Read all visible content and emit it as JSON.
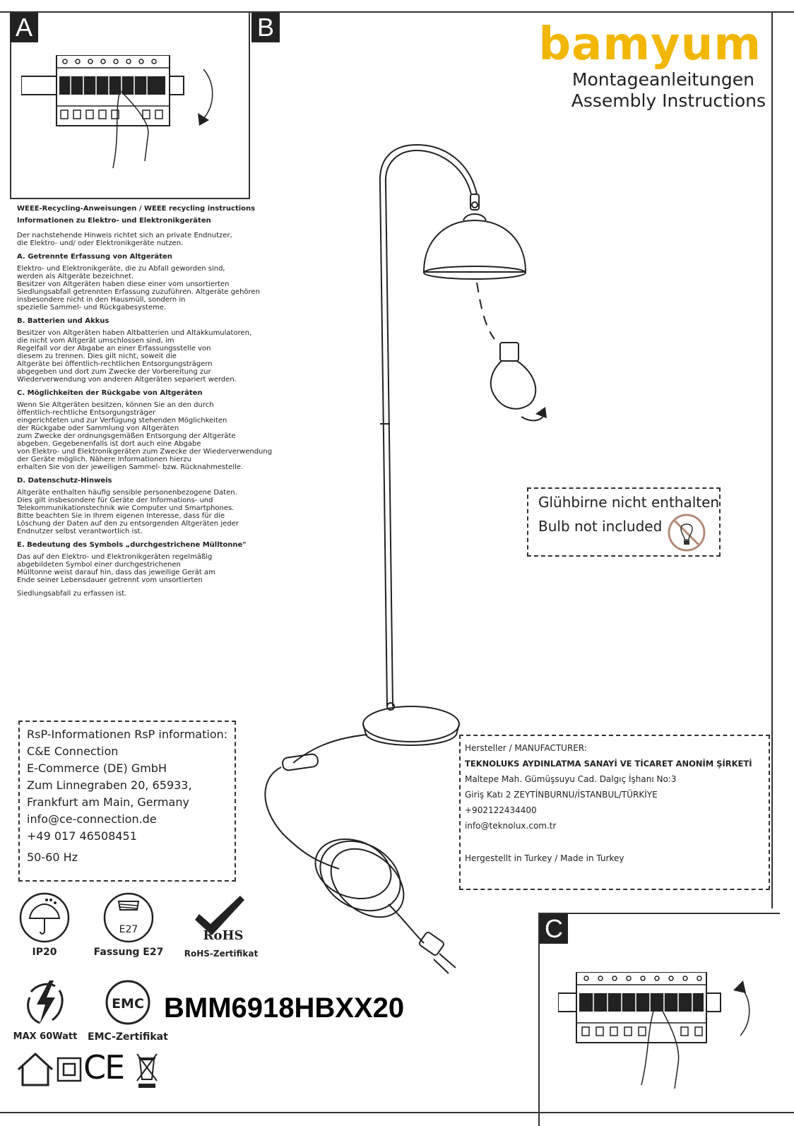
{
  "header": {
    "panel_letters": {
      "a": "A",
      "b": "B",
      "c": "C"
    },
    "brand": "bamyum",
    "title_de": "Montageanleitungen",
    "title_en": "Assembly Instructions"
  },
  "weee": {
    "title": "WEEE-Recycling-Anweisungen / WEEE recycling instructions",
    "subtitle": "Informationen zu Elektro- und Elektronikgeräten",
    "intro": "Der nachstehende Hinweis richtet sich an private Endnutzer,\n die Elektro- und/ oder Elektronikgeräte nutzen.",
    "sections": [
      {
        "heading": "A. Getrennte Erfassung von Altgeräten",
        "body": "Elektro- und Elektronikgeräte, die zu Abfall geworden sind,\n werden als Altgeräte bezeichnet.\nBesitzer von Altgeräten haben diese einer vom unsortierten\nSiedlungsabfall getrennten Erfassung zuzuführen. Altgeräte gehören\ninsbesondere nicht in den Hausmüll, sondern in\nspezielle Sammel- und Rückgabesysteme."
      },
      {
        "heading": "B. Batterien und Akkus",
        "body": "Besitzer von Altgeräten haben Altbatterien und Altakkumulatoren,\n die nicht vom Altgerät umschlossen sind, im\nRegelfall vor der Abgabe an einer Erfassungsstelle von\ndiesem zu trennen. Dies gilt nicht, soweit die\nAltgeräte bei öffentlich-rechtlichen Entsorgungsträgern\nabgegeben und dort zum Zwecke der Vorbereitung zur\nWiederverwendung von anderen Altgeräten separiert werden."
      },
      {
        "heading": "C. Möglichkeiten der Rückgabe von Altgeräten",
        "body": "Wenn Sie Altgeräten besitzen, können Sie an den durch\nöffentlich-rechtliche Entsorgungsträger\neingerichteten und zur Verfügung stehenden Möglichkeiten\nder Rückgabe oder Sammlung von Altgeräten\n zum Zwecke der ordnungsgemäßen Entsorgung der Altgeräte\nabgeben. Gegebenenfalls ist dort auch eine Abgabe\n von Elektro- und Elektronikgeräten zum Zwecke der Wiederverwendung\nder Geräte möglich. Nähere Informationen hierzu\nerhalten Sie von der jeweiligen Sammel- bzw. Rücknahmestelle."
      },
      {
        "heading": "D. Datenschutz-Hinweis",
        "body": "Altgeräte enthalten häufig sensible personenbezogene Daten.\nDies gilt insbesondere für Geräte der Informations- und\nTelekommunikationstechnik wie Computer und Smartphones.\n Bitte beachten Sie in Ihrem eigenen Interesse, dass für die\nLöschung der Daten auf den zu entsorgenden Altgeräten jeder\nEndnutzer selbst verantwortlich ist."
      },
      {
        "heading": "E. Bedeutung des Symbols „durchgestrichene Mülltonne\"",
        "body": "Das auf den Elektro- und Elektronikgeräten regelmäßig\n abgebildeten Symbol einer durchgestrichenen\nMülltonne weist darauf hin, dass das jeweilige Gerät am\nEnde seiner Lebensdauer getrennt vom unsortierten"
      }
    ],
    "footer": "Siedlungsabfall zu erfassen ist."
  },
  "bulb_note": {
    "line_de": "Glühbirne nicht enthalten",
    "line_en": "Bulb not included",
    "icon": "no-bulb-icon"
  },
  "rsp": {
    "title": "RsP-Informationen RsP information:",
    "lines": [
      "C&E Connection",
      "E-Commerce (DE) GmbH",
      "Zum Linnegraben 20, 65933,",
      "Frankfurt am Main, Germany",
      "info@ce-connection.de",
      "+49 017 46508451",
      "50-60 Hz"
    ]
  },
  "manufacturer": {
    "title": "Hersteller / MANUFACTURER:",
    "lines": [
      "TEKNOLUKS AYDINLATMA SANAYİ VE TİCARET ANONİM ŞİRKETİ",
      "Maltepe Mah. Gümüşsuyu Cad. Dalgıç İşhanı No:3",
      "Giriş Katı 2 ZEYTİNBURNU/İSTANBUL/TÜRKİYE",
      "+902122434400",
      "info@teknolux.com.tr"
    ],
    "made_in": "Hergestellt in Turkey / Made in Turkey"
  },
  "icons": {
    "ip_label": "IP20",
    "socket_text": "E27",
    "socket_label": "Fassung E27",
    "rohs_text": "RoHS",
    "rohs_label": "RoHS-Zertifikat",
    "power_label": "MAX 60Watt",
    "emc_text": "EMC",
    "emc_label": "EMC-Zertifikat",
    "ce_text": "CE"
  },
  "model": "BMM6918HBXX20"
}
